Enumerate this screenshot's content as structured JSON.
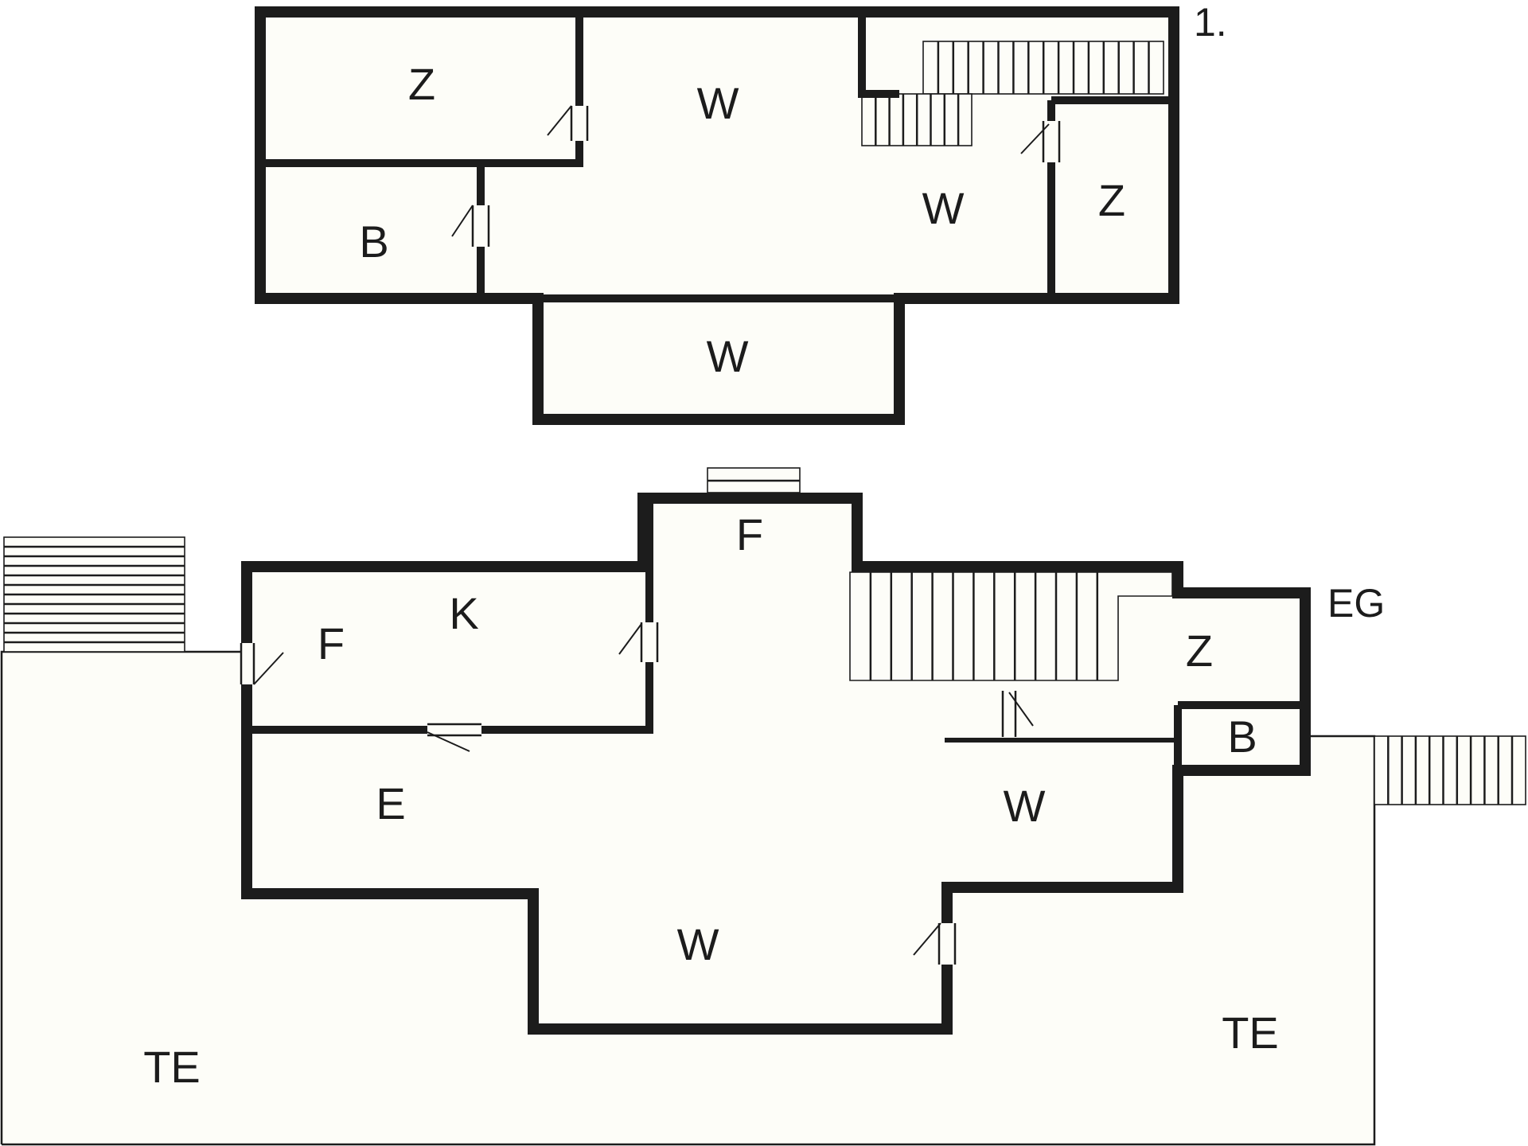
{
  "floors": {
    "upper": {
      "label": "1.",
      "rooms": [
        "Z",
        "W",
        "B",
        "W",
        "Z",
        "W"
      ]
    },
    "ground": {
      "label": "EG",
      "rooms": [
        "F",
        "K",
        "F",
        "Z",
        "B",
        "E",
        "W",
        "W",
        "TE",
        "TE"
      ]
    }
  }
}
